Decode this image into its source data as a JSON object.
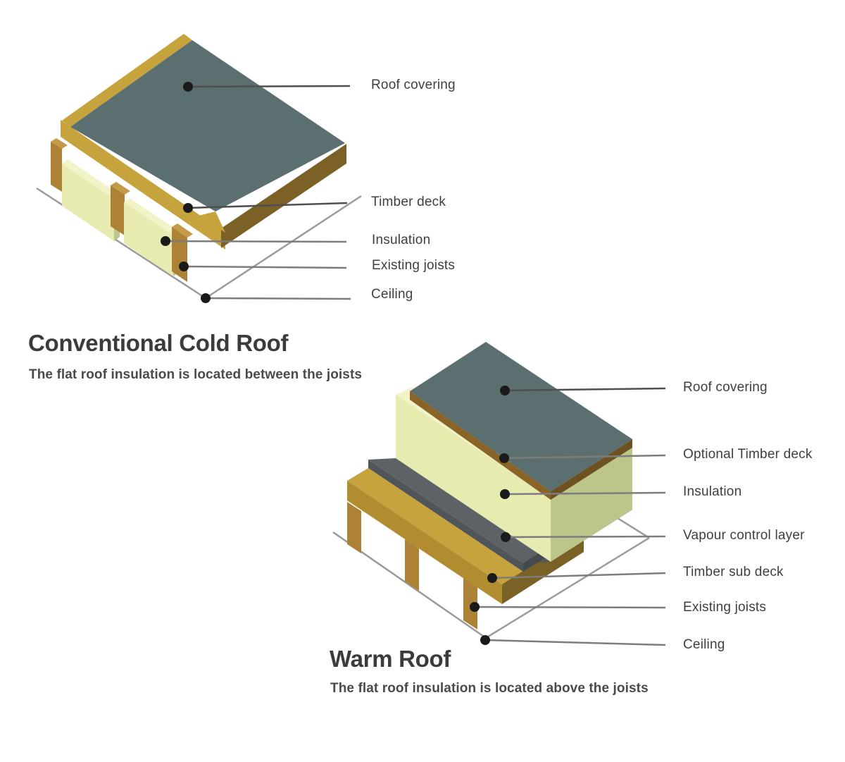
{
  "cold_roof": {
    "title": "Conventional Cold Roof",
    "subtitle": "The flat roof insulation is located between the joists",
    "labels": [
      "Roof covering",
      "Timber deck",
      "Insulation",
      "Existing joists",
      "Ceiling"
    ]
  },
  "warm_roof": {
    "title": "Warm Roof",
    "subtitle": "The flat roof insulation is located above the joists",
    "labels": [
      "Roof covering",
      "Optional Timber deck",
      "Insulation",
      "Vapour control layer",
      "Timber sub deck",
      "Existing joists",
      "Ceiling"
    ]
  },
  "colors": {
    "roof_covering": "#5b6f70",
    "deck_gold": "#c7a33e",
    "deck_gold_dark": "#b18d30",
    "deck_gold_mid": "#bb9639",
    "deck_shadow": "#7b6126",
    "deck_right": "#7a6227",
    "brown_edge": "#8a6426",
    "brown_edge_dark": "#6e5120",
    "insulation_top": "#f2f3c9",
    "insulation_front": "#e7ebb0",
    "insulation_side": "#bdc68a",
    "joist": "#ad8136",
    "joist_cap": "#c59a48",
    "vapour_top": "#5d6267",
    "vapour_front": "#50555a",
    "vapour_ledge": "#53585d",
    "vapour_side": "#454a4f",
    "wireframe": "#9b9b9b",
    "leader_dark": "#4f4f4f",
    "leader": "#7d7d7d",
    "dot": "#1a1a1a"
  }
}
